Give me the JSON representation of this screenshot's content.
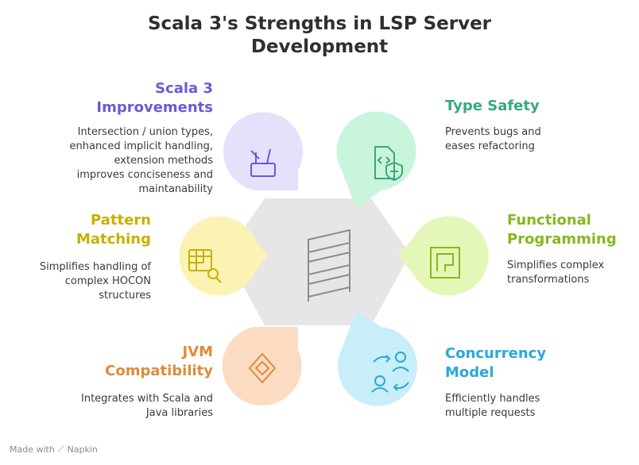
{
  "title": "Scala 3's Strengths in LSP Server Development",
  "nodes": {
    "scala3": {
      "heading": "Scala 3 Improvements",
      "description": "Intersection / union types, enhanced implicit handling, extension methods improves conciseness and maintanability",
      "color": "#6a5ad6",
      "fill": "#e5e1fb",
      "icon": "tools-icon"
    },
    "type_safety": {
      "heading": "Type Safety",
      "description": "Prevents bugs and eases refactoring",
      "color": "#3aa87a",
      "fill": "#c9f5dd",
      "icon": "code-shield-icon"
    },
    "pattern": {
      "heading": "Pattern Matching",
      "description": "Simplifies handling of complex HOCON structures",
      "color": "#c8b000",
      "fill": "#fbf3b3",
      "icon": "table-search-icon"
    },
    "functional": {
      "heading": "Functional Programming",
      "description": "Simplifies complex transformations",
      "color": "#86b81e",
      "fill": "#e4f7b8",
      "icon": "nested-squares-icon"
    },
    "jvm": {
      "heading": "JVM Compatibility",
      "description": "Integrates with Scala and Java libraries",
      "color": "#e08a3a",
      "fill": "#fbdcc3",
      "icon": "diamond-icon"
    },
    "concurrency": {
      "heading": "Concurrency Model",
      "description": "Efficiently handles multiple requests",
      "color": "#2aa8d6",
      "fill": "#c8eef9",
      "icon": "users-exchange-icon"
    }
  },
  "center": {
    "icon": "scala-logo-icon",
    "fill": "#e6e6e6"
  },
  "footer": {
    "text": "Made with",
    "brand": "Napkin"
  }
}
